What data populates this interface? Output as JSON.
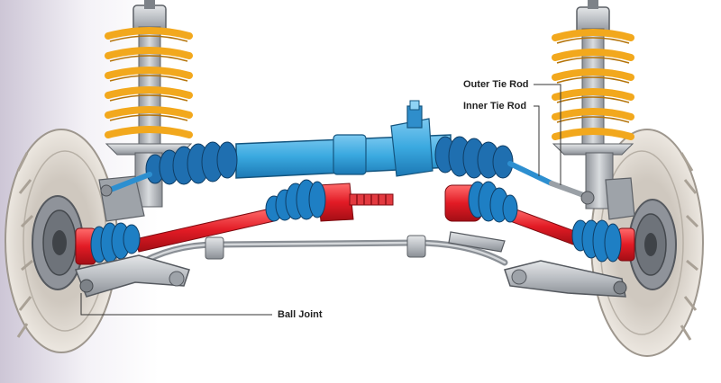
{
  "diagram": {
    "labels": {
      "outer_tie_rod": "Outer Tie Rod",
      "inner_tie_rod": "Inner Tie Rod",
      "ball_joint": "Ball Joint"
    },
    "colors": {
      "steering_rack": "#3aa9e0",
      "steering_boot": "#1f6fb0",
      "drive_axle": "#e21b25",
      "cv_boot": "#1e7fc4",
      "coil_spring": "#f2a81d",
      "metal": "#b9bdc2",
      "tire": "#e7e2db",
      "callout_line": "#333333"
    }
  }
}
